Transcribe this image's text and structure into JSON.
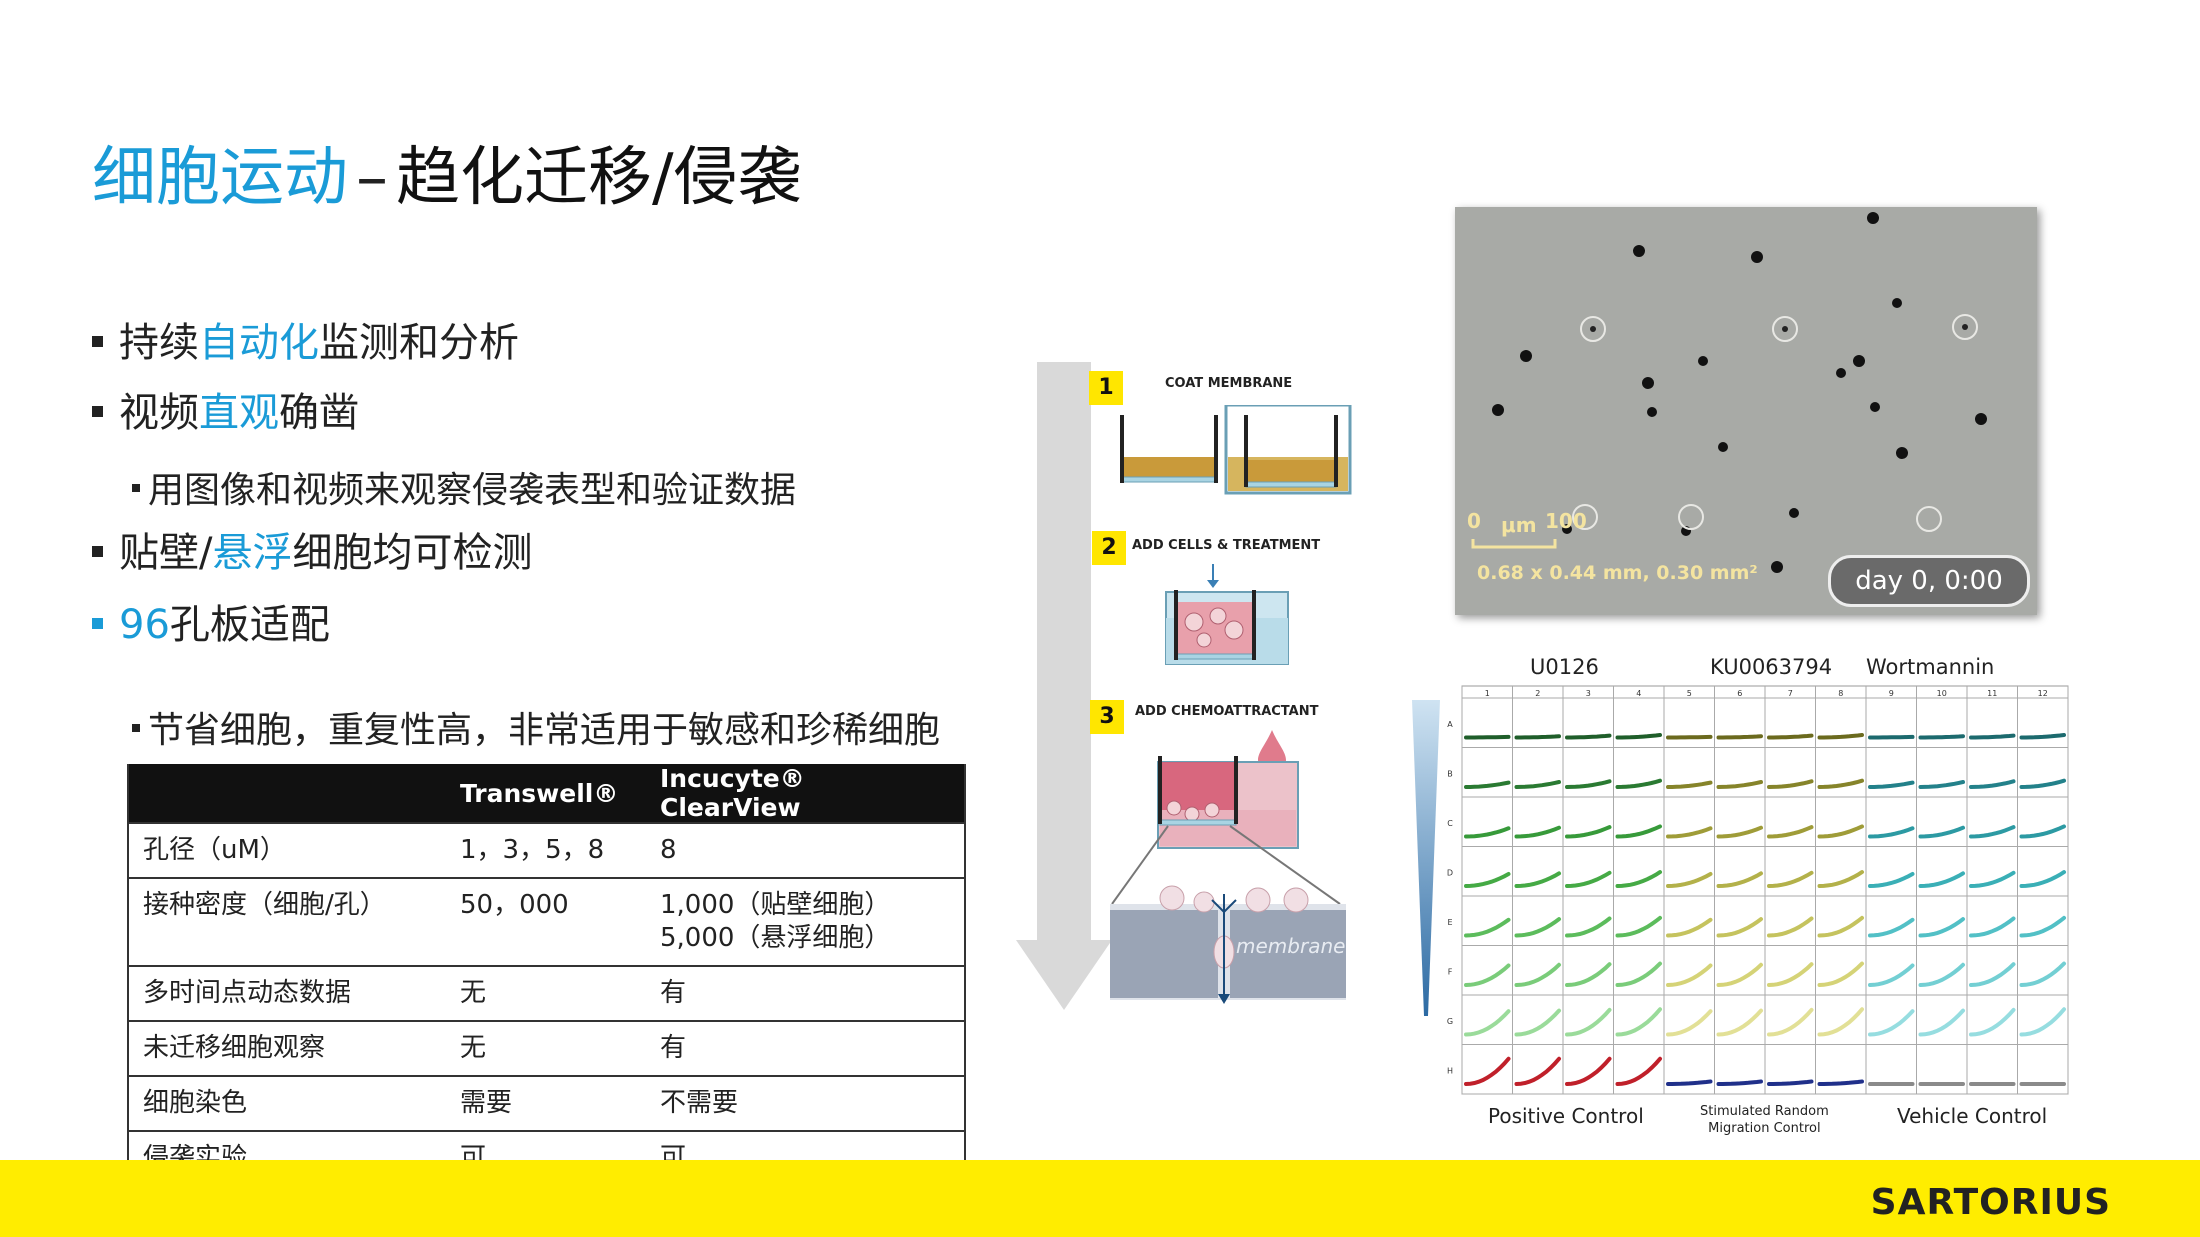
{
  "title": {
    "highlight": "细胞运动",
    "dash": "–",
    "rest": "趋化迁移/侵袭"
  },
  "bullets": [
    {
      "pre": "持续",
      "acc": "自动化",
      "post": "监测和分析"
    },
    {
      "pre": "视频",
      "acc": "直观",
      "post": "确凿"
    },
    {
      "text": "用图像和视频来观察侵袭表型和验证数据"
    },
    {
      "pre": "贴壁/",
      "acc": "悬浮",
      "post": "细胞均可检测"
    },
    {
      "acc": "96",
      "post": "孔板适配"
    },
    {
      "text": "节省细胞，重复性高，非常适用于敏感和珍稀细胞"
    }
  ],
  "table": {
    "headers": [
      "",
      "Transwell®",
      "Incucyte® ClearView"
    ],
    "rows": [
      {
        "label": "孔径（uM）",
        "transwell": "1，3，5，8",
        "clearview": "8"
      },
      {
        "label": "接种密度（细胞/孔）",
        "transwell": "50，000",
        "clearview": "1,000（贴壁细胞）",
        "clearview2": "5,000（悬浮细胞）"
      },
      {
        "label": "多时间点动态数据",
        "transwell": "无",
        "clearview": "有"
      },
      {
        "label": "未迁移细胞观察",
        "transwell": "无",
        "clearview": "有"
      },
      {
        "label": "细胞染色",
        "transwell": "需要",
        "clearview": "不需要"
      },
      {
        "label": "侵袭实验",
        "transwell": "可",
        "clearview": "可"
      }
    ]
  },
  "diagram": {
    "steps": [
      {
        "num": "1",
        "label": "COAT MEMBRANE"
      },
      {
        "num": "2",
        "label": "ADD CELLS & TREATMENT"
      },
      {
        "num": "3",
        "label": "ADD CHEMOATTRACTANT"
      }
    ],
    "membrane_label": "membrane",
    "colors": {
      "coat": "#c99a3a",
      "media": "#e07b8c",
      "well": "#a9d4e3"
    }
  },
  "micro": {
    "scale_zero": "0",
    "scale_unit": "μm",
    "scale_hundred": "100",
    "dims": "0.68 x 0.44 mm, 0.30 mm²",
    "day": "day 0, 0:00"
  },
  "plate": {
    "groups": [
      "U0126",
      "KU0063794",
      "Wortmannin"
    ],
    "columns": [
      "1",
      "2",
      "3",
      "4",
      "5",
      "6",
      "7",
      "8",
      "9",
      "10",
      "11",
      "12"
    ],
    "rows": [
      "A",
      "B",
      "C",
      "D",
      "E",
      "F",
      "G",
      "H"
    ],
    "bottom_labels": {
      "positive": "Positive Control",
      "random_1": "Stimulated Random",
      "random_2": "Migration Control",
      "vehicle": "Vehicle Control"
    }
  },
  "footer": {
    "logo": "SARTORIUS",
    "color": "#ffed00"
  },
  "colors": {
    "accent": "#1a9bd7",
    "yellow": "#ffe600"
  }
}
